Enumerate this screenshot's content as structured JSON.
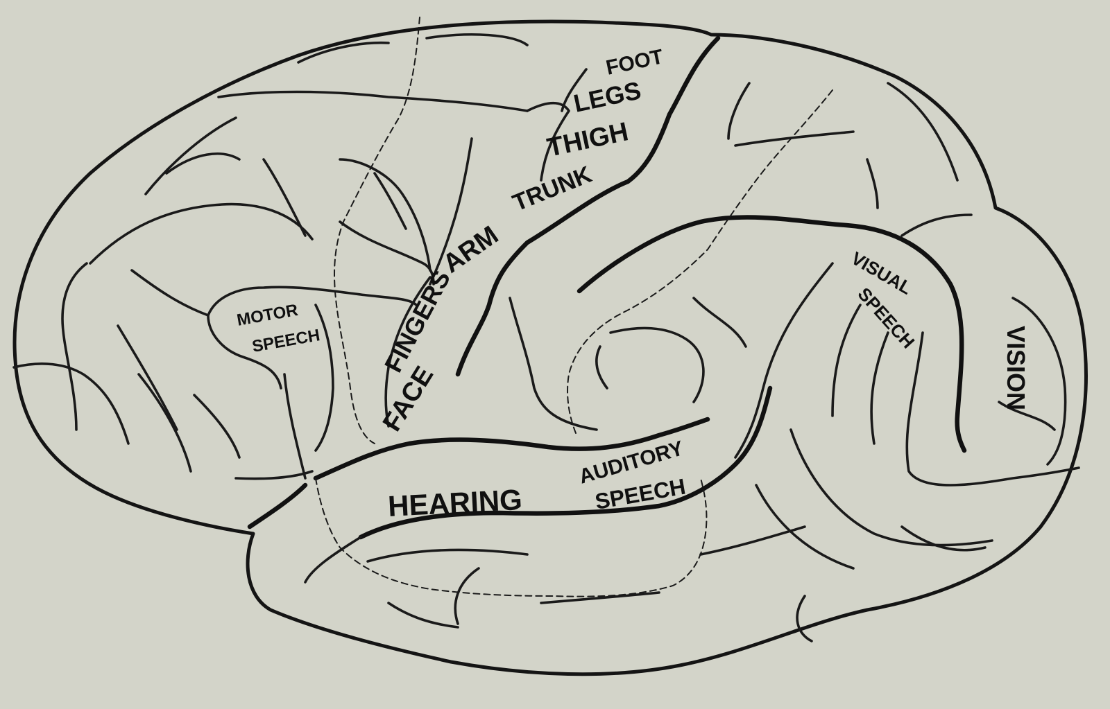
{
  "labels": {
    "foot": "FOOT",
    "legs": "LEGS",
    "thigh": "THIGH",
    "trunk": "TRUNK",
    "arm": "ARM",
    "fingers": "FINGERS",
    "face": "FACE",
    "motor_speech_line1": "MOTOR",
    "motor_speech_line2": "SPEECH",
    "visual_speech_line1": "VISUAL",
    "visual_speech_line2": "SPEECH",
    "vision": "VISION",
    "hearing": "HEARING",
    "auditory_speech_line1": "AUDITORY",
    "auditory_speech_line2": "SPEECH"
  },
  "colors": {
    "paper": "#d3d4c9",
    "ink": "#141414"
  }
}
